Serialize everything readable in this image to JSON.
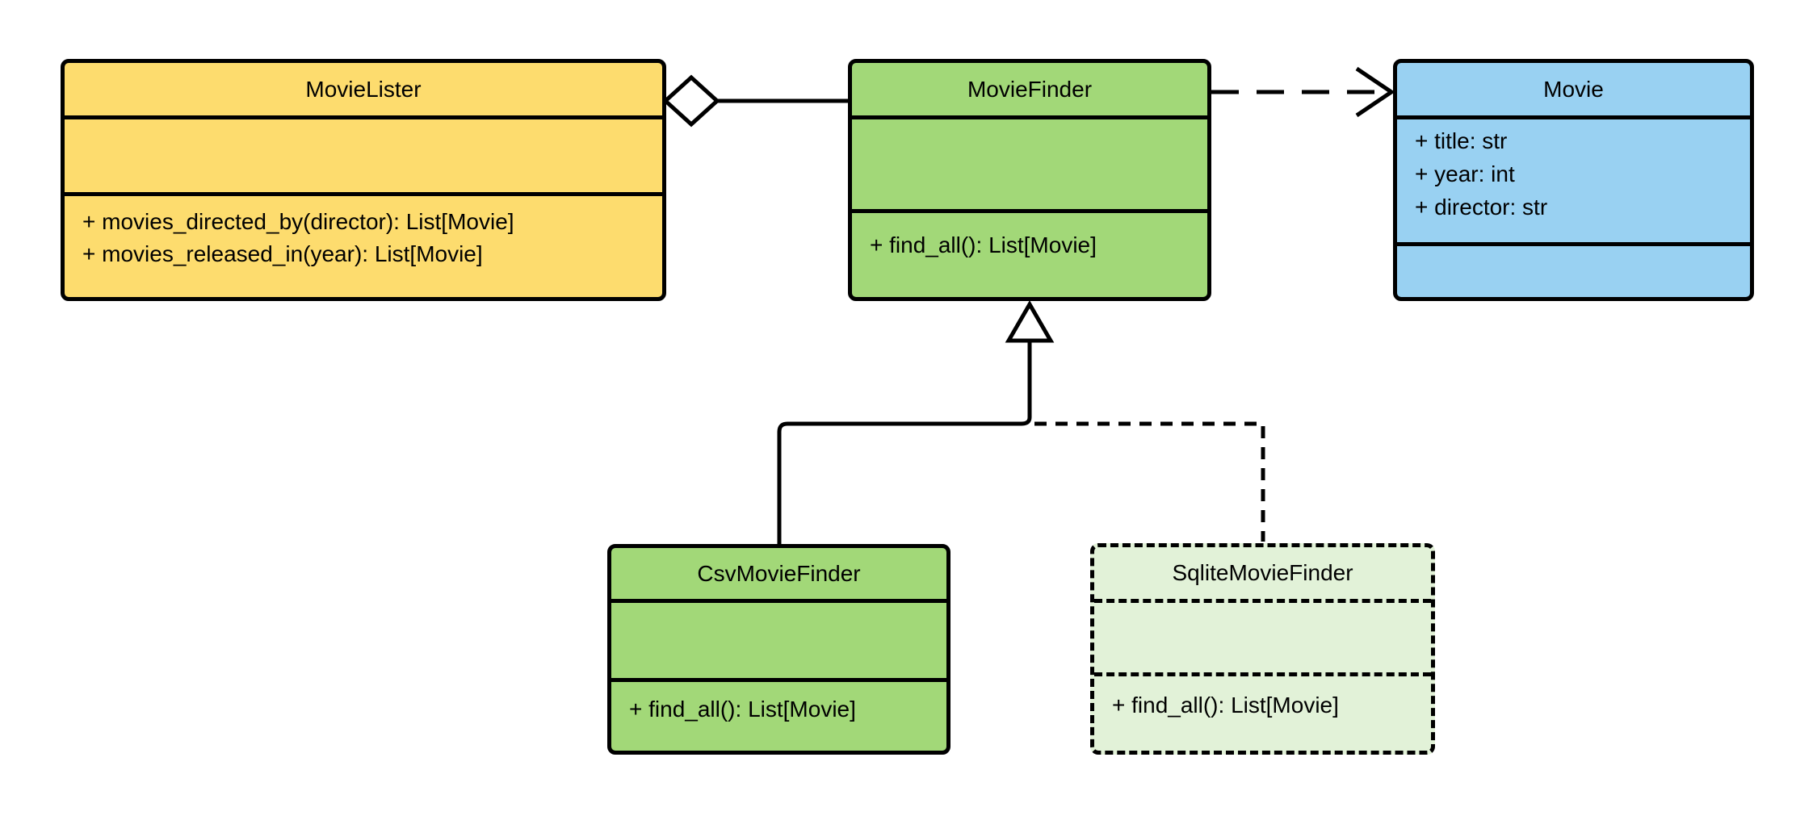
{
  "classes": [
    {
      "name": "MovieLister",
      "attributes": [],
      "methods": [
        "+ movies_directed_by(director): List[Movie]",
        "+ movies_released_in(year): List[Movie]"
      ],
      "fill": "#FDDC6E",
      "border_style": "solid"
    },
    {
      "name": "MovieFinder",
      "attributes": [],
      "methods": [
        "+ find_all(): List[Movie]"
      ],
      "fill": "#A2D878",
      "border_style": "solid"
    },
    {
      "name": "Movie",
      "attributes": [
        "+ title: str",
        "+ year: int",
        "+ director: str"
      ],
      "methods": [],
      "fill": "#99D1F2",
      "border_style": "solid"
    },
    {
      "name": "CsvMovieFinder",
      "attributes": [],
      "methods": [
        "+ find_all(): List[Movie]"
      ],
      "fill": "#A2D878",
      "border_style": "solid"
    },
    {
      "name": "SqliteMovieFinder",
      "attributes": [],
      "methods": [
        "+ find_all(): List[Movie]"
      ],
      "fill": "#E2F2D8",
      "border_style": "dashed"
    }
  ],
  "relationships": [
    {
      "type": "aggregation",
      "from": "MovieLister",
      "to": "MovieFinder",
      "marker": "hollow-diamond",
      "line": "solid"
    },
    {
      "type": "dependency",
      "from": "MovieFinder",
      "to": "Movie",
      "marker": "open-arrowhead",
      "line": "dashed"
    },
    {
      "type": "generalization",
      "from": "CsvMovieFinder",
      "to": "MovieFinder",
      "marker": "hollow-triangle",
      "line": "solid"
    },
    {
      "type": "generalization",
      "from": "SqliteMovieFinder",
      "to": "MovieFinder",
      "marker": "hollow-triangle",
      "line": "dashed"
    }
  ],
  "colors": {
    "background": "#FFFFFF",
    "movielister_fill": "#FDDC6E",
    "moviefinder_fill": "#A2D878",
    "movie_fill": "#99D1F2",
    "sqlitemoviefinder_fill": "#E2F2D8",
    "line": "#000000",
    "text": "#000000"
  }
}
